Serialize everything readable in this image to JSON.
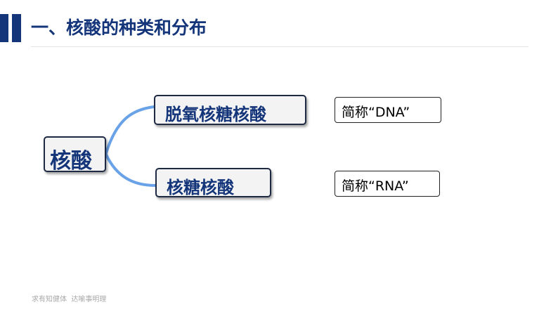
{
  "header": {
    "title": "一、核酸的种类和分布"
  },
  "diagram": {
    "root": "核酸",
    "branches": [
      {
        "label": "脱氧核糖核酸",
        "note": "简称“DNA”"
      },
      {
        "label": "核糖核酸",
        "note": "简称“RNA”"
      }
    ],
    "connector_color": "#6aa2e8"
  },
  "footer": {
    "slogan": "求有知健体  达喻事明理"
  }
}
